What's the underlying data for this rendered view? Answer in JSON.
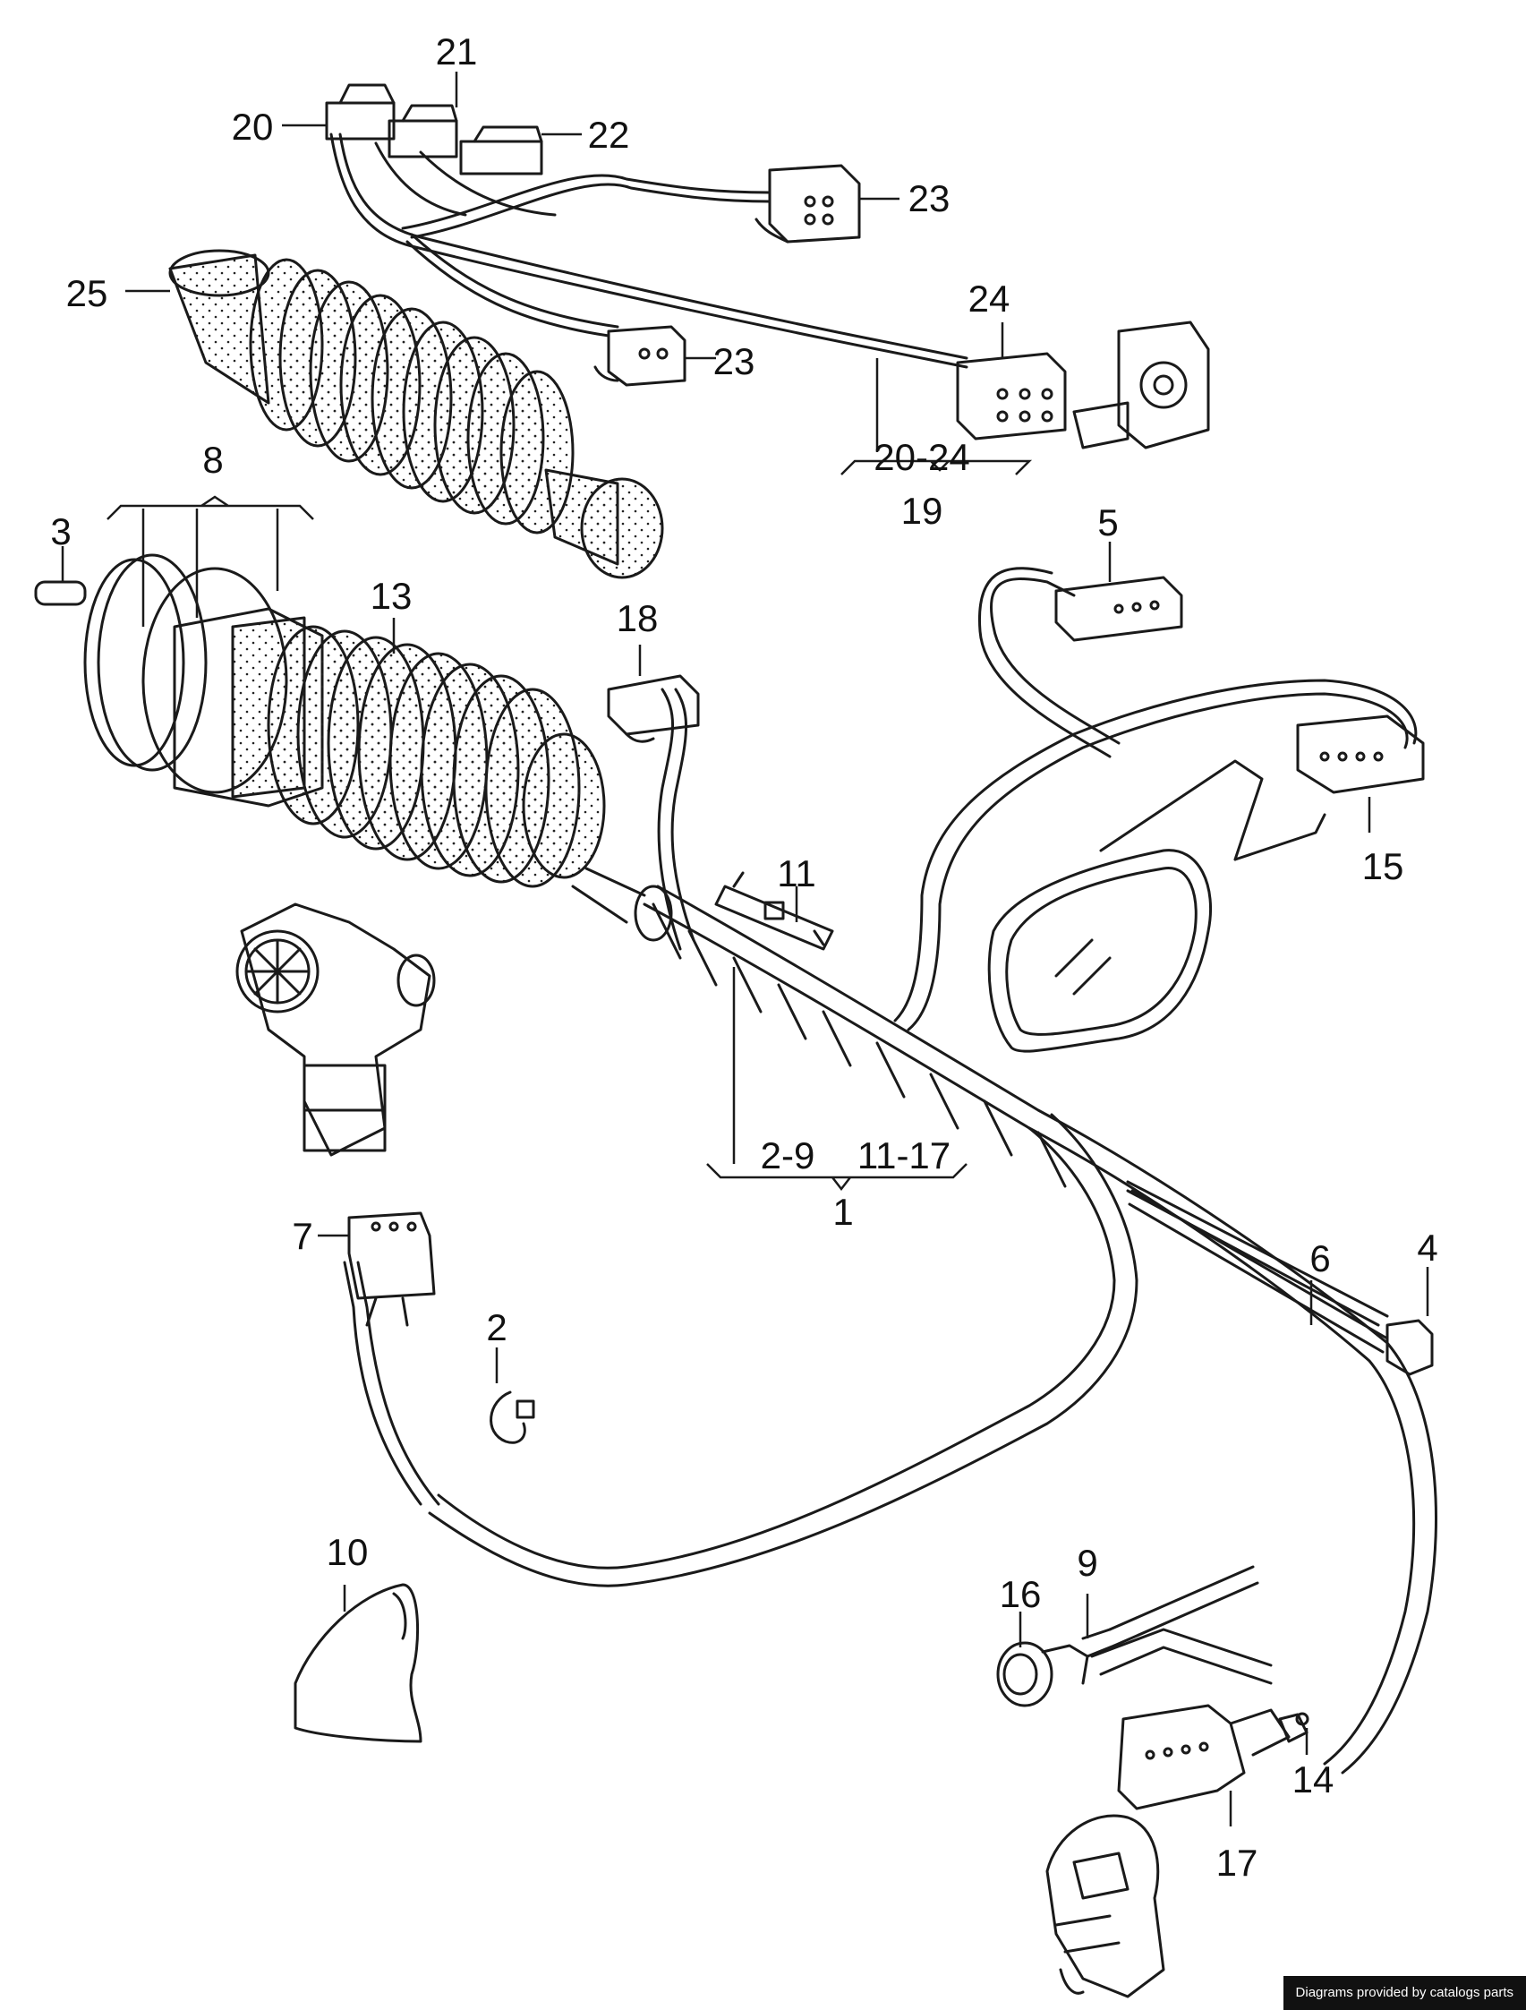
{
  "callouts": {
    "c1": "1",
    "c2": "2",
    "c3": "3",
    "c4": "4",
    "c5": "5",
    "c6": "6",
    "c7": "7",
    "c8": "8",
    "c9": "9",
    "c10": "10",
    "c11": "11",
    "c13": "13",
    "c14": "14",
    "c15": "15",
    "c16": "16",
    "c17": "17",
    "c18": "18",
    "c19": "19",
    "c20": "20",
    "c21": "21",
    "c22": "22",
    "c23a": "23",
    "c23b": "23",
    "c24": "24",
    "c25": "25",
    "c20_24": "20-24",
    "c2_9": "2-9",
    "c11_17": "11-17"
  },
  "footer": {
    "credit": "Diagrams provided by catalogs parts"
  },
  "style": {
    "ink": "#1a1a1a",
    "background": "#ffffff"
  }
}
